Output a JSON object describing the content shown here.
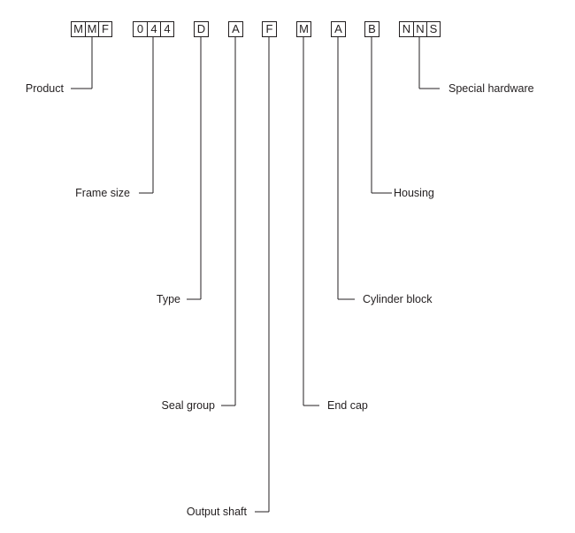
{
  "code_groups": [
    {
      "id": "product",
      "chars": [
        "M",
        "M",
        "F"
      ]
    },
    {
      "id": "frame-size",
      "chars": [
        "0",
        "4",
        "4"
      ]
    },
    {
      "id": "type",
      "chars": [
        "D"
      ]
    },
    {
      "id": "seal-group",
      "chars": [
        "A"
      ]
    },
    {
      "id": "output-shaft",
      "chars": [
        "F"
      ]
    },
    {
      "id": "end-cap",
      "chars": [
        "M"
      ]
    },
    {
      "id": "cylinder-block",
      "chars": [
        "A"
      ]
    },
    {
      "id": "housing",
      "chars": [
        "B"
      ]
    },
    {
      "id": "special-hardware",
      "chars": [
        "N",
        "N",
        "S"
      ]
    }
  ],
  "labels": {
    "product": "Product",
    "frame_size": "Frame size",
    "type": "Type",
    "seal_group": "Seal group",
    "output_shaft": "Output shaft",
    "end_cap": "End cap",
    "cylinder_block": "Cylinder block",
    "housing": "Housing",
    "special_hardware": "Special hardware"
  }
}
